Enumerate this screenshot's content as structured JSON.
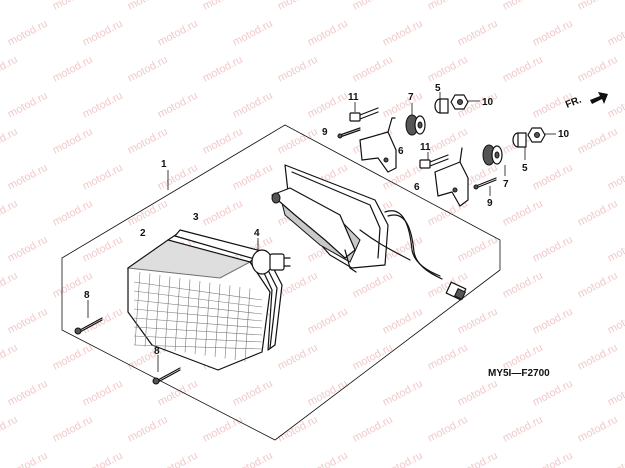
{
  "watermark": "motod.ru",
  "diagram_code": "MY5I—F2700",
  "front_indicator": "FR.",
  "part_numbers": {
    "p1": "1",
    "p2": "2",
    "p3": "3",
    "p4": "4",
    "p5a": "5",
    "p5b": "5",
    "p6a": "6",
    "p6b": "6",
    "p7a": "7",
    "p7b": "7",
    "p8a": "8",
    "p8b": "8",
    "p9a": "9",
    "p9b": "9",
    "p10a": "10",
    "p10b": "10",
    "p11a": "11",
    "p11b": "11"
  },
  "icons": {
    "front_arrow": "right-arrow-icon"
  }
}
